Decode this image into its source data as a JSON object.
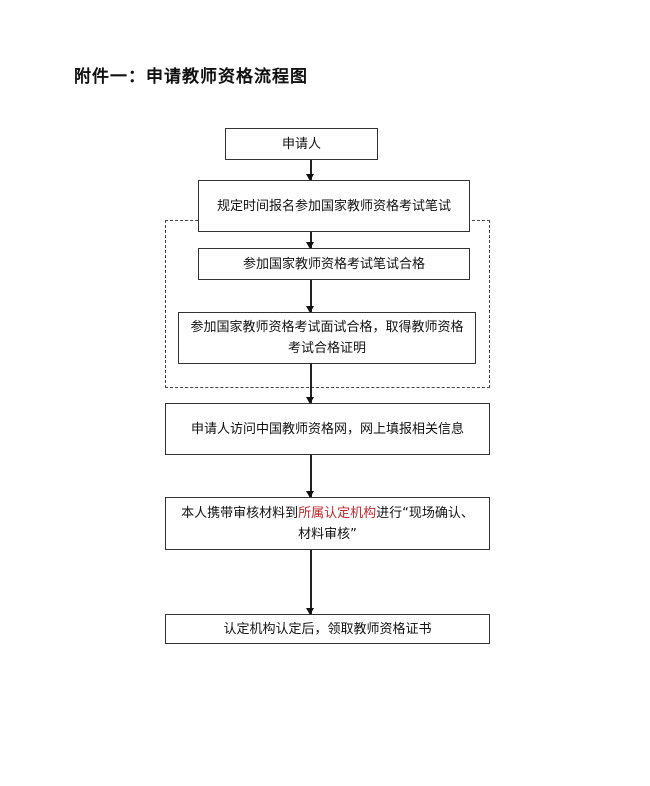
{
  "title": "附件一：申请教师资格流程图",
  "steps": [
    {
      "text": "申请人"
    },
    {
      "text": "规定时间报名参加国家教师资格考试笔试"
    },
    {
      "text": "参加国家教师资格考试笔试合格"
    },
    {
      "text": "参加国家教师资格考试面试合格，取得教师资格考试合格证明"
    },
    {
      "text": "申请人访问中国教师资格网，网上填报相关信息"
    },
    {
      "before": "本人携带审核材料到",
      "highlight": "所属认定机构",
      "after": "进行“现场确认、材料审核”"
    },
    {
      "text": "认定机构认定后，领取教师资格证书"
    }
  ],
  "colors": {
    "highlight": "#c0282d"
  }
}
